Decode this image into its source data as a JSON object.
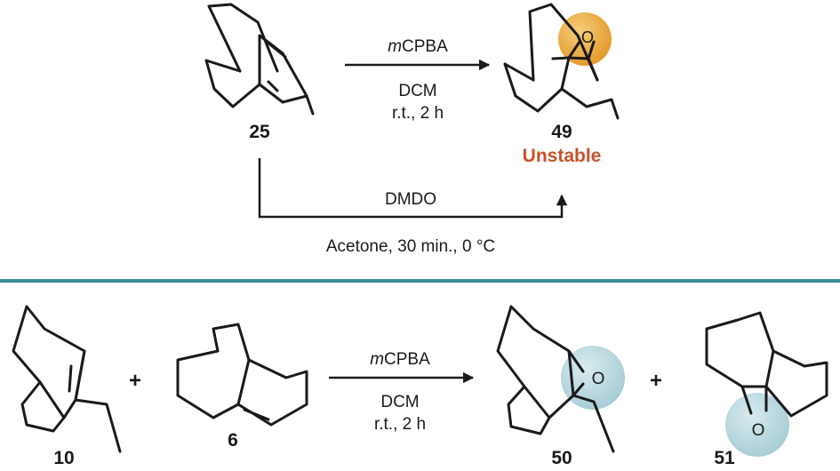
{
  "colors": {
    "unstable_text": "#c8532a",
    "divider": "#3a8e94",
    "epoxide_highlight_top": "#e9a640",
    "epoxide_highlight_bottom": "#b6d6dd"
  },
  "top_scheme": {
    "reactant_label": "25",
    "product_label": "49",
    "product_note": "Unstable",
    "arrow1_reagent_prefix": "m",
    "arrow1_reagent": "CPBA",
    "arrow1_solvent": "DCM",
    "arrow1_conditions": "r.t., 2 h",
    "arrow2_reagent": "DMDO",
    "arrow2_conditions": "Acetone, 30 min.,  0 °C",
    "epoxide_atom": "O"
  },
  "bottom_scheme": {
    "reactant1_label": "10",
    "reactant2_label": "6",
    "plus_1": "+",
    "plus_2": "+",
    "arrow_reagent_prefix": "m",
    "arrow_reagent": "CPBA",
    "arrow_solvent": "DCM",
    "arrow_conditions": "r.t., 2 h",
    "product1_label": "50",
    "product2_label": "51",
    "epoxide_atom_1": "O",
    "epoxide_atom_2": "O"
  }
}
